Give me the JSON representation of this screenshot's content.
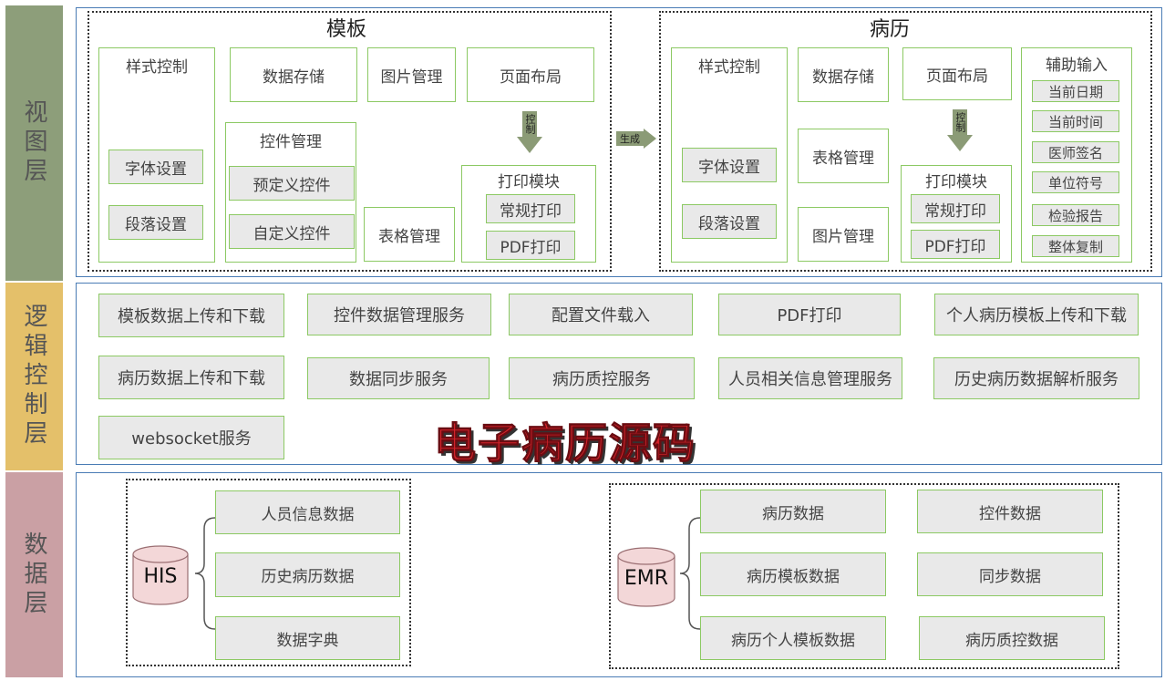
{
  "layers": {
    "view": "视图层",
    "logic": "逻辑控制层",
    "data": "数据层"
  },
  "view": {
    "template": {
      "title": "模板",
      "style_control": "样式控制",
      "font_setting": "字体设置",
      "paragraph_setting": "段落设置",
      "data_storage": "数据存储",
      "image_mgmt": "图片管理",
      "page_layout": "页面布局",
      "control_mgmt": "控件管理",
      "predefined_control": "预定义控件",
      "custom_control": "自定义控件",
      "table_mgmt": "表格管理",
      "control_arrow": "控制",
      "print_module": "打印模块",
      "normal_print": "常规打印",
      "pdf_print": "PDF打印"
    },
    "generate_arrow": "生成",
    "record": {
      "title": "病历",
      "style_control": "样式控制",
      "font_setting": "字体设置",
      "paragraph_setting": "段落设置",
      "data_storage": "数据存储",
      "table_mgmt": "表格管理",
      "image_mgmt": "图片管理",
      "page_layout": "页面布局",
      "control_arrow": "控制",
      "print_module": "打印模块",
      "normal_print": "常规打印",
      "pdf_print": "PDF打印",
      "aux_input": "辅助输入",
      "aux_items": [
        "当前日期",
        "当前时间",
        "医师签名",
        "单位符号",
        "检验报告",
        "整体复制"
      ]
    }
  },
  "logic": {
    "services": [
      "模板数据上传和下载",
      "控件数据管理服务",
      "配置文件载入",
      "PDF打印",
      "个人病历模板上传和下载",
      "病历数据上传和下载",
      "数据同步服务",
      "病历质控服务",
      "人员相关信息管理服务",
      "历史病历数据解析服务",
      "websocket服务"
    ],
    "watermark": "电子病历源码"
  },
  "data": {
    "his": {
      "label": "HIS",
      "items": [
        "人员信息数据",
        "历史病历数据",
        "数据字典"
      ]
    },
    "emr": {
      "label": "EMR",
      "items_left": [
        "病历数据",
        "病历模板数据",
        "病历个人模板数据"
      ],
      "items_right": [
        "控件数据",
        "同步数据",
        "病历质控数据"
      ]
    }
  },
  "colors": {
    "view_band": "#8d9e7a",
    "logic_band": "#e4c06a",
    "data_band": "#caa0a4",
    "panel_border": "#4a7cb5",
    "box_border": "#8cc963",
    "arrow": "#8b9b76",
    "watermark": "#d2232a"
  }
}
